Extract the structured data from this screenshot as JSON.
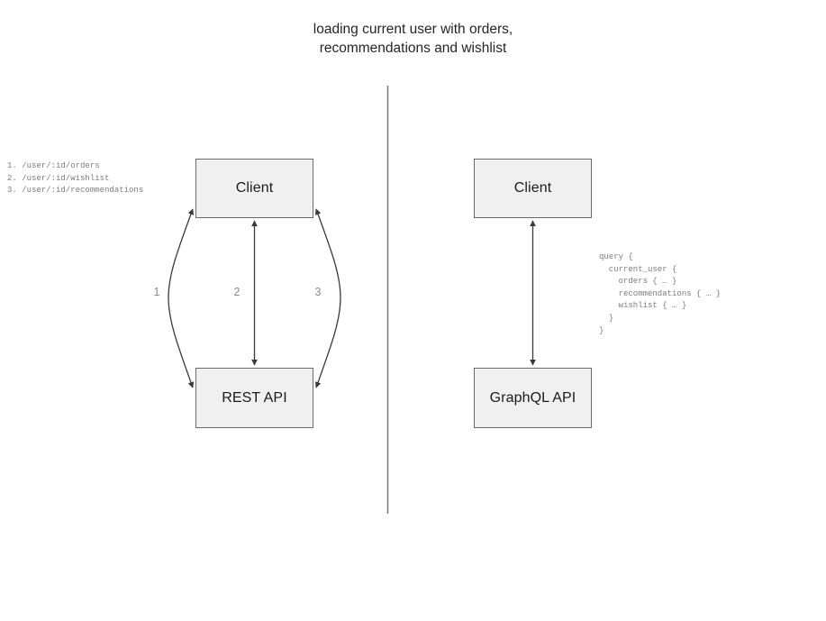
{
  "title": "loading current user with orders,\nrecommendations and wishlist",
  "rest_side": {
    "client_label": "Client",
    "api_label": "REST API",
    "endpoint_list": "1. /user/:id/orders\n2. /user/:id/wishlist\n3. /user/:id/recommendations",
    "edges": [
      {
        "label": "1",
        "style": "curve-left",
        "direction": "bidirectional"
      },
      {
        "label": "2",
        "style": "straight",
        "direction": "bidirectional"
      },
      {
        "label": "3",
        "style": "curve-right",
        "direction": "bidirectional"
      }
    ]
  },
  "graphql_side": {
    "client_label": "Client",
    "api_label": "GraphQL API",
    "query": "query {\n  current_user {\n    orders { … }\n    recommendations { … }\n    wishlist { … }\n  }\n}",
    "edges": [
      {
        "label": "",
        "style": "straight",
        "direction": "bidirectional"
      }
    ]
  },
  "divider": {
    "orientation": "vertical"
  },
  "colors": {
    "node_fill": "#f0f0f0",
    "node_border": "#6b6b6b",
    "edge_stroke": "#3a3a3a",
    "annotation_text": "#7c7c7c",
    "divider": "#808080",
    "background": "#ffffff"
  }
}
